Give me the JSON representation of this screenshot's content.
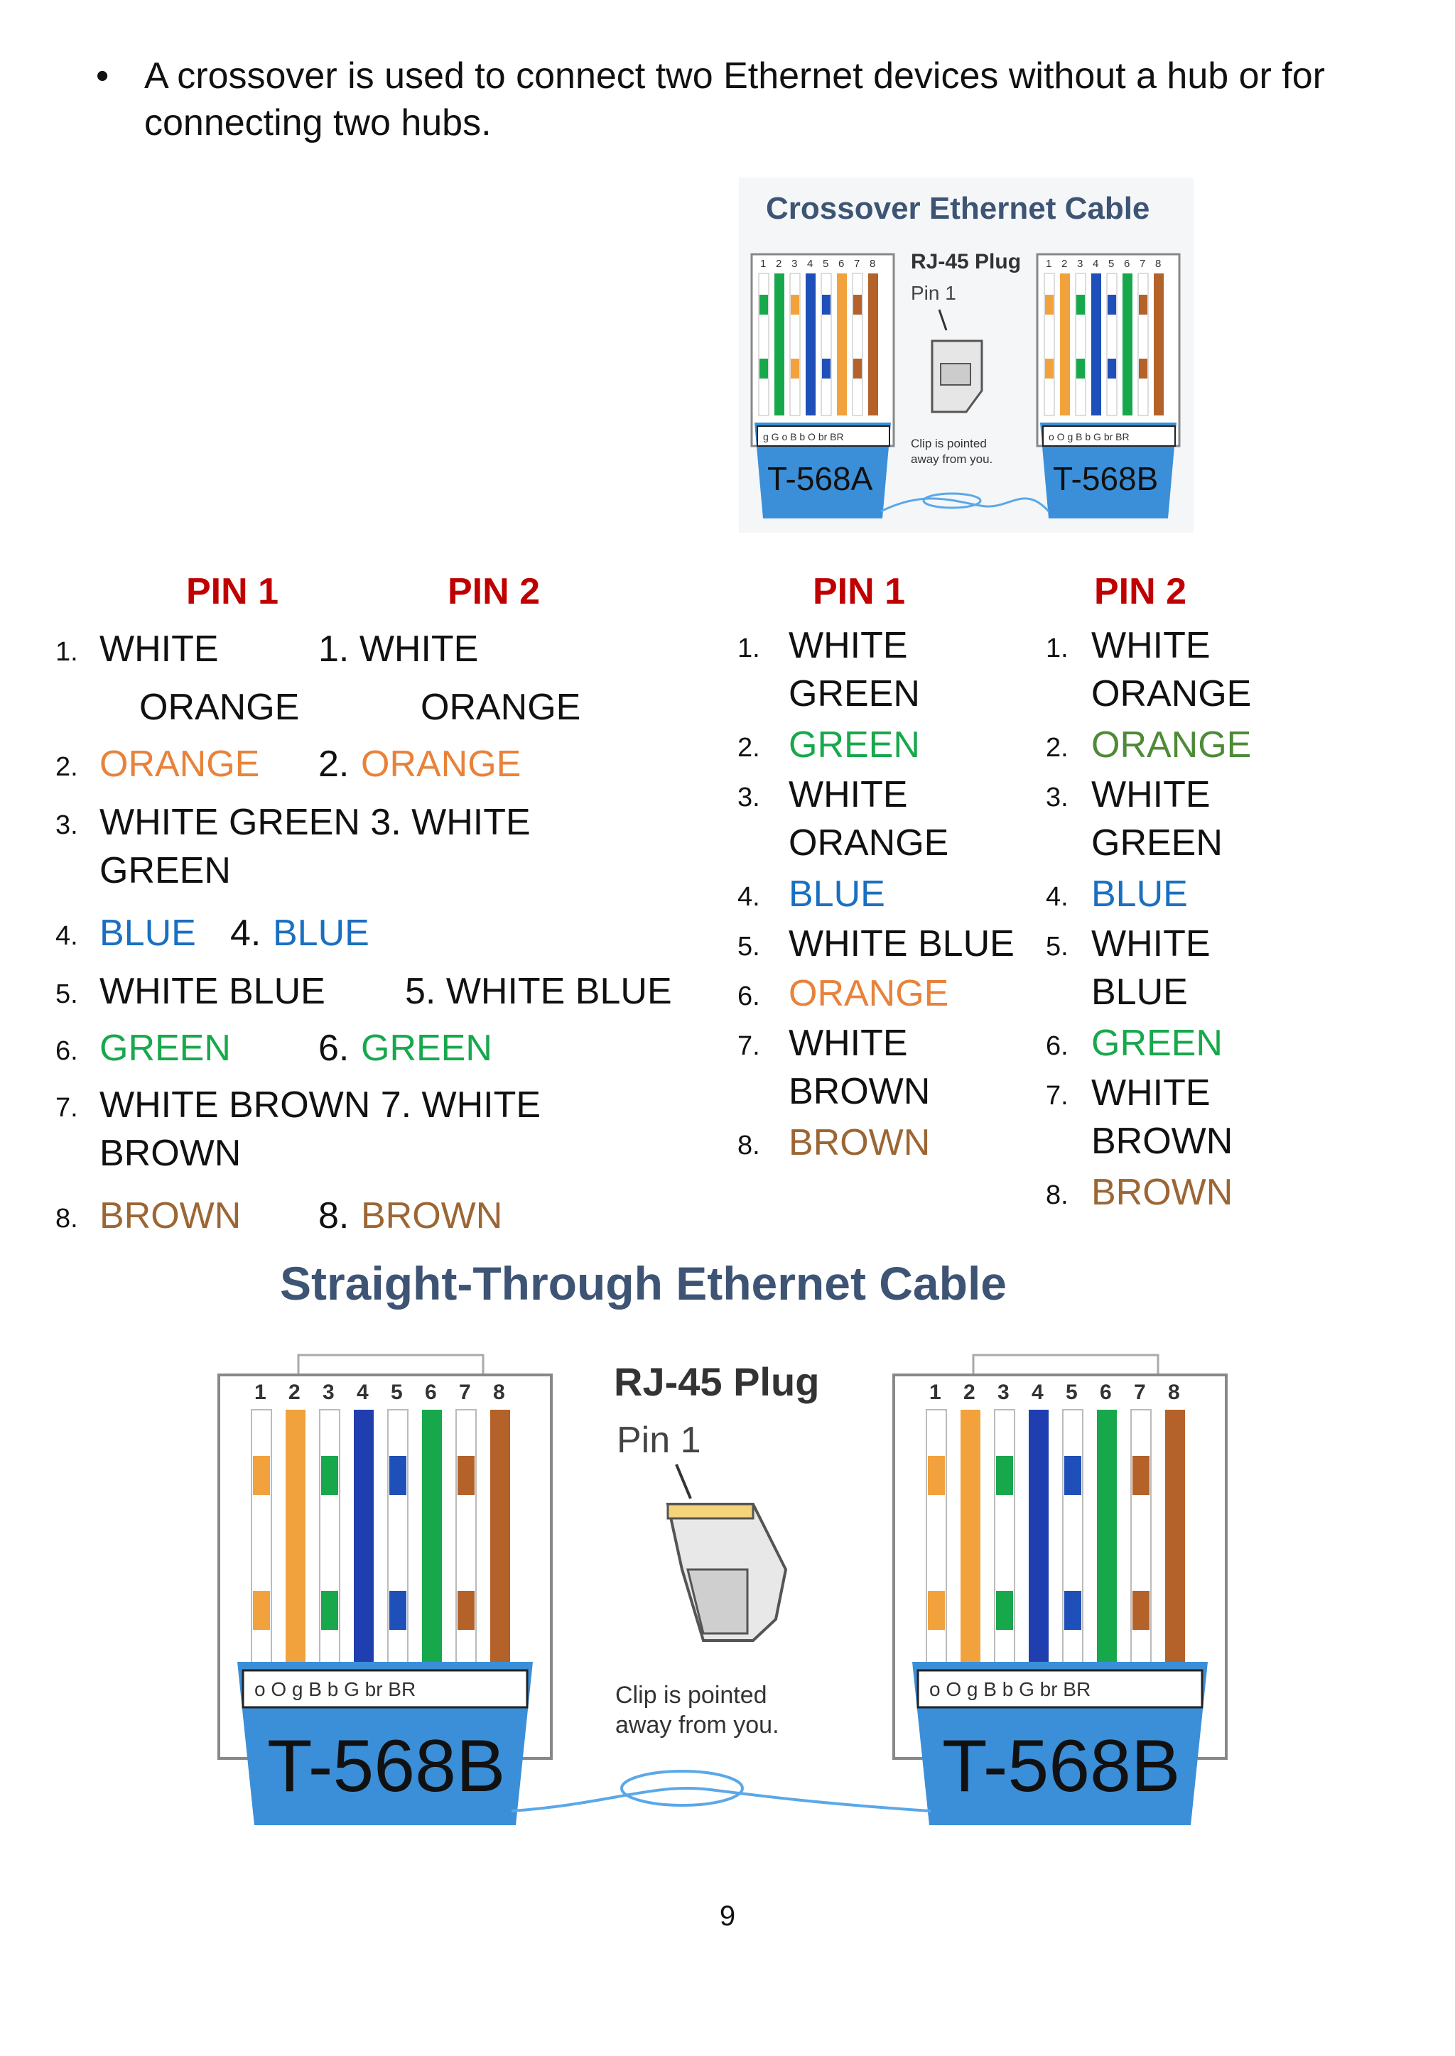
{
  "bullet": {
    "symbol": "•",
    "text": "A crossover is used to connect two Ethernet devices without a hub or for connecting two hubs."
  },
  "crossover_figure": {
    "title": "Crossover Ethernet Cable",
    "pin_numbers": [
      "1",
      "2",
      "3",
      "4",
      "5",
      "6",
      "7",
      "8"
    ],
    "plug_label": "RJ-45 Plug",
    "pin1_label": "Pin 1",
    "clip_note_1": "Clip is pointed",
    "clip_note_2": "away from you.",
    "left_code": "g G o B b O br BR",
    "right_code": "o O g B b G br BR",
    "left_standard": "T-568A",
    "right_standard": "T-568B"
  },
  "left_table": {
    "header_pin1": "PIN 1",
    "header_pin2": "PIN 2",
    "rows": [
      {
        "n": "1.",
        "a": "WHITE",
        "b": "1. WHITE",
        "a2": "ORANGE",
        "b2": "ORANGE"
      },
      {
        "n": "2.",
        "a": "ORANGE",
        "b_num": "2.",
        "b": "ORANGE"
      },
      {
        "n": "3.",
        "a": "WHITE GREEN 3. WHITE",
        "a2": "GREEN"
      },
      {
        "n": "4.",
        "a": "BLUE",
        "b_num": "4.",
        "b": "BLUE"
      },
      {
        "n": "5.",
        "a": "WHITE BLUE",
        "b": "5. WHITE BLUE"
      },
      {
        "n": "6.",
        "a": "GREEN",
        "b_num": "6.",
        "b": "GREEN"
      },
      {
        "n": "7.",
        "a": "WHITE BROWN 7. WHITE",
        "a2": "BROWN"
      },
      {
        "n": "8.",
        "a": "BROWN",
        "b_num": "8.",
        "b": "BROWN"
      }
    ]
  },
  "right_table": {
    "header_pin1": "PIN 1",
    "header_pin2": "PIN 2",
    "pin1": [
      {
        "n": "1.",
        "l1": "WHITE",
        "l2": "GREEN"
      },
      {
        "n": "2.",
        "l1": "GREEN"
      },
      {
        "n": "3.",
        "l1": "WHITE",
        "l2": "ORANGE"
      },
      {
        "n": "4.",
        "l1": "BLUE"
      },
      {
        "n": "5.",
        "l1": "WHITE BLUE"
      },
      {
        "n": "6.",
        "l1": "ORANGE"
      },
      {
        "n": "7.",
        "l1": "WHITE",
        "l2": "BROWN"
      },
      {
        "n": "8.",
        "l1": "BROWN"
      }
    ],
    "pin2": [
      {
        "n": "1.",
        "l1": "WHITE",
        "l2": "ORANGE"
      },
      {
        "n": "2.",
        "l1": "ORANGE"
      },
      {
        "n": "3.",
        "l1": "WHITE",
        "l2": "GREEN"
      },
      {
        "n": "4.",
        "l1": "BLUE"
      },
      {
        "n": "5.",
        "l1": "WHITE",
        "l2": "BLUE"
      },
      {
        "n": "6.",
        "l1": "GREEN"
      },
      {
        "n": "7.",
        "l1": "WHITE",
        "l2": "BROWN"
      },
      {
        "n": "8.",
        "l1": "BROWN"
      }
    ]
  },
  "straight_figure": {
    "title": "Straight-Through Ethernet Cable",
    "pin_numbers": [
      "1",
      "2",
      "3",
      "4",
      "5",
      "6",
      "7",
      "8"
    ],
    "plug_label": "RJ-45 Plug",
    "pin1_label": "Pin 1",
    "clip_note_1": "Clip is pointed",
    "clip_note_2": "away from you.",
    "left_code": "o O g B b G br BR",
    "right_code": "o O g B b G br BR",
    "left_standard": "T-568B",
    "right_standard": "T-568B"
  },
  "page_number": "9",
  "colors": {
    "heading_red": "#c00000",
    "orange": "#e8823a",
    "green": "#18a84c",
    "blue": "#1a6fc0",
    "brown": "#9c6634",
    "olive_green": "#4e8a37",
    "plug_blue": "#3a8fd8",
    "title_slate": "#3d5474"
  }
}
